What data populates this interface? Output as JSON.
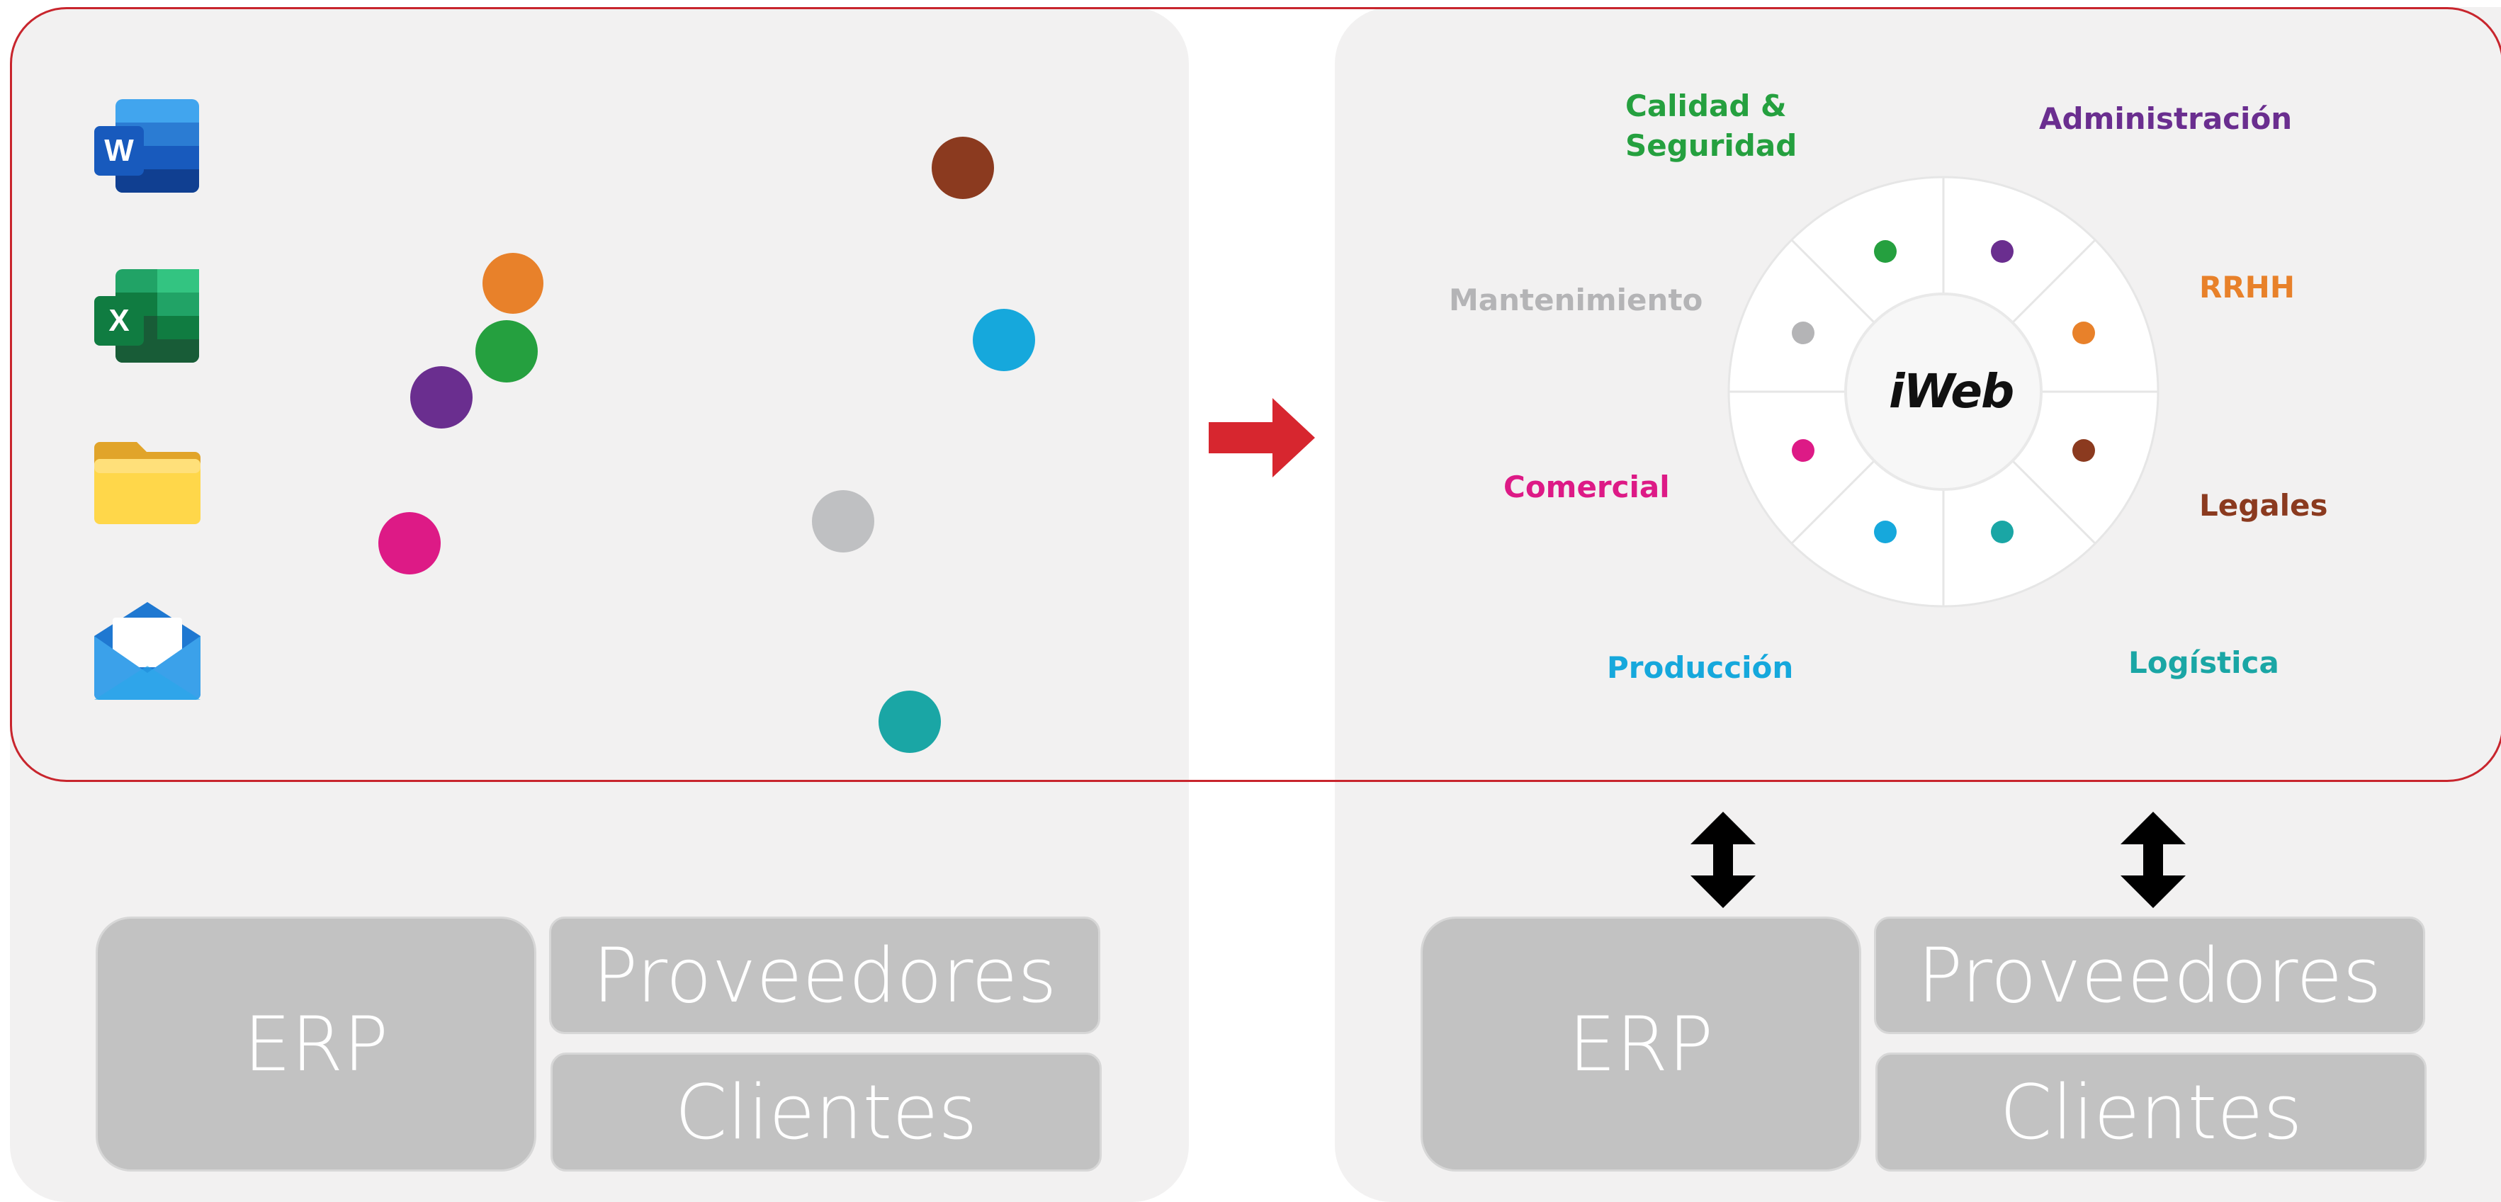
{
  "left": {
    "apps": [
      {
        "icon": "word-icon",
        "label": "W"
      },
      {
        "icon": "excel-icon",
        "label": "X"
      },
      {
        "icon": "folder-icon"
      },
      {
        "icon": "mail-icon"
      }
    ],
    "dot_colors": [
      "#8b3a1f",
      "#e8812a",
      "#16a8dc",
      "#25a03f",
      "#6a2e8f",
      "#bfc0c2",
      "#dd1a86",
      "#1aa6a5"
    ],
    "boxes": {
      "erp": "ERP",
      "suppliers": "Proveedores",
      "clients": "Clientes"
    }
  },
  "right": {
    "logo": {
      "brand": "iWeb",
      "bar_color": "#c8252d"
    },
    "categories": [
      {
        "line1": "Calidad &",
        "line2": "Seguridad",
        "color": "#25a03f"
      },
      {
        "line1": "Administración",
        "color": "#6a2e8f"
      },
      {
        "line1": "RRHH",
        "color": "#e8812a"
      },
      {
        "line1": "Legales",
        "color": "#8b3a1f"
      },
      {
        "line1": "Logística",
        "color": "#1aa6a5"
      },
      {
        "line1": "Producción",
        "color": "#16a8dc"
      },
      {
        "line1": "Comercial",
        "color": "#dd1a86"
      },
      {
        "line1": "Mantenimiento",
        "color": "#b4b4b6"
      }
    ],
    "boxes": {
      "erp": "ERP",
      "suppliers": "Proveedores",
      "clients": "Clientes"
    }
  },
  "colors": {
    "frame": "#c8252d",
    "arrow": "#d7262f",
    "panel": "#f2f1f1",
    "box": "#c2c2c2"
  }
}
